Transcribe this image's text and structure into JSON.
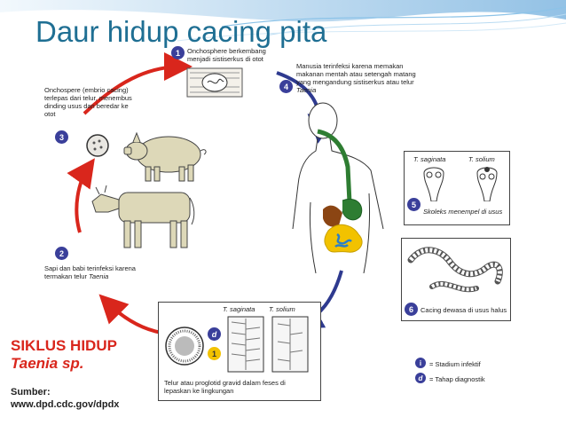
{
  "slide": {
    "title": "Daur hidup cacing pita"
  },
  "stages": {
    "s1": {
      "num": "1",
      "text": "Onchosphere berkembang menjadi sistiserkus di otot"
    },
    "s2": {
      "num": "2",
      "text_a": "Sapi dan babi terinfeksi karena termakan telur ",
      "text_b": "Taenia"
    },
    "s3": {
      "num": "3",
      "text": "Onchospere (embrio cacing) terlepas dari telur, menembus dinding usus dan beredar ke otot"
    },
    "s4": {
      "num": "4",
      "text_a": "Manusia terinfeksi karena memakan makanan mentah atau setengah matang yang mengandung sistiserkus atau telur ",
      "text_b": "Taenia"
    },
    "s5": {
      "num": "5",
      "label_saginata": "T. saginata",
      "label_solium": "T. solium",
      "text": "Skoleks menempel di usus"
    },
    "s6": {
      "num": "6",
      "text": "Cacing dewasa di usus halus"
    }
  },
  "eggs_box": {
    "label_saginata": "T. saginata",
    "label_solium": "T. solium",
    "badge_d": "d",
    "badge_1": "1",
    "text": "Telur atau proglotid gravid dalam feses di lepaskan ke lingkungan"
  },
  "legend": {
    "infective_badge": "i",
    "infective_text": "= Stadium infektif",
    "diagnostic_badge": "d",
    "diagnostic_text": "= Tahap diagnostik"
  },
  "footer": {
    "siklus": "SIKLUS HIDUP",
    "taenia": "Taenia sp.",
    "sumber_label": "Sumber:",
    "sumber_url": "www.dpd.cdc.gov/dpdx"
  },
  "colors": {
    "title": "#1f6f93",
    "cycle_red": "#d9261c",
    "cycle_blue": "#2e3a8f",
    "accent": "#d9261c"
  }
}
